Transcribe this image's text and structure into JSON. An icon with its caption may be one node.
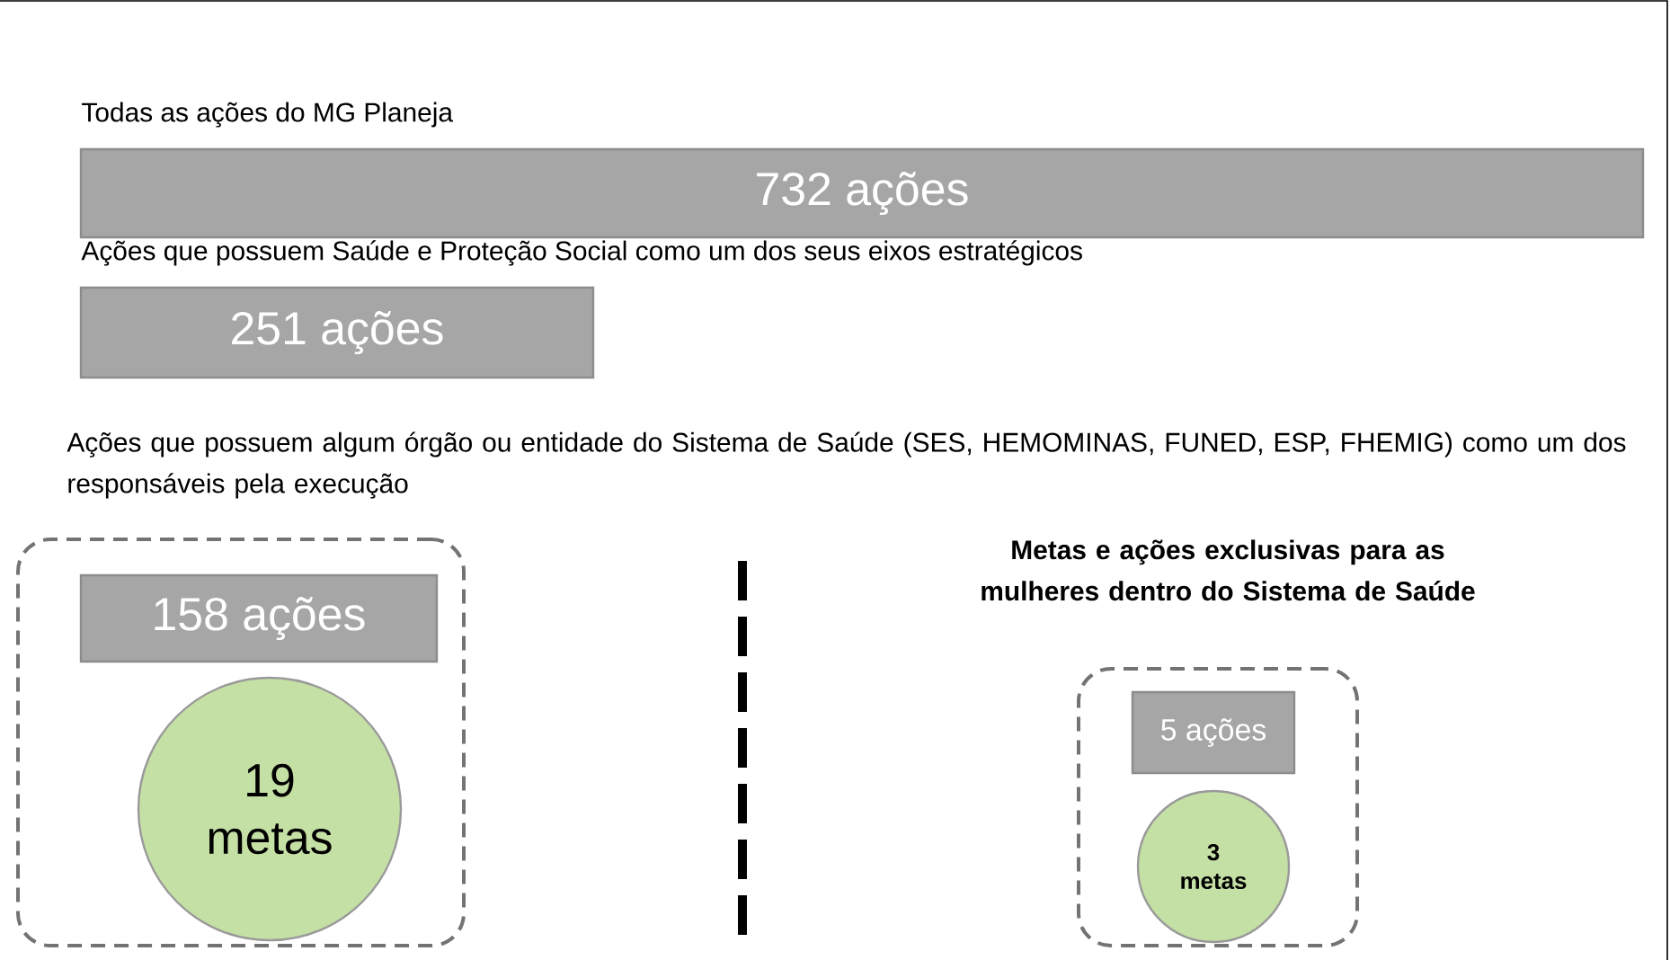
{
  "diagram": {
    "nodes": [
      {
        "text": [
          "Todas as ações do MG Planeja",
          "732 ações"
        ]
      },
      {
        "text": [
          "Ações que possuem Saúde e Proteção Social como um dos seus eixos estratégicos",
          "251 ações"
        ]
      },
      {
        "text": [],
        "shape": "box"
      },
      {
        "text": [
          "158 ações"
        ],
        "in": 2
      },
      {
        "text": [
          "19 metas"
        ],
        "in": 2
      },
      {
        "text": [],
        "shape": "box"
      },
      {
        "text": [
          "5 ações"
        ],
        "in": 5
      },
      {
        "text": [
          "3 metas"
        ],
        "in": 5
      }
    ],
    "labels": [
      "Ações que possuem algum órgão ou entidade do Sistema de Saúde (SES, HEMOMINAS, FUNED, ESP, FHEMIG)  como um dos responsáveis pela execução",
      "Metas e ações exclusivas para as mulheres dentro do Sistema de Saúde"
    ]
  }
}
